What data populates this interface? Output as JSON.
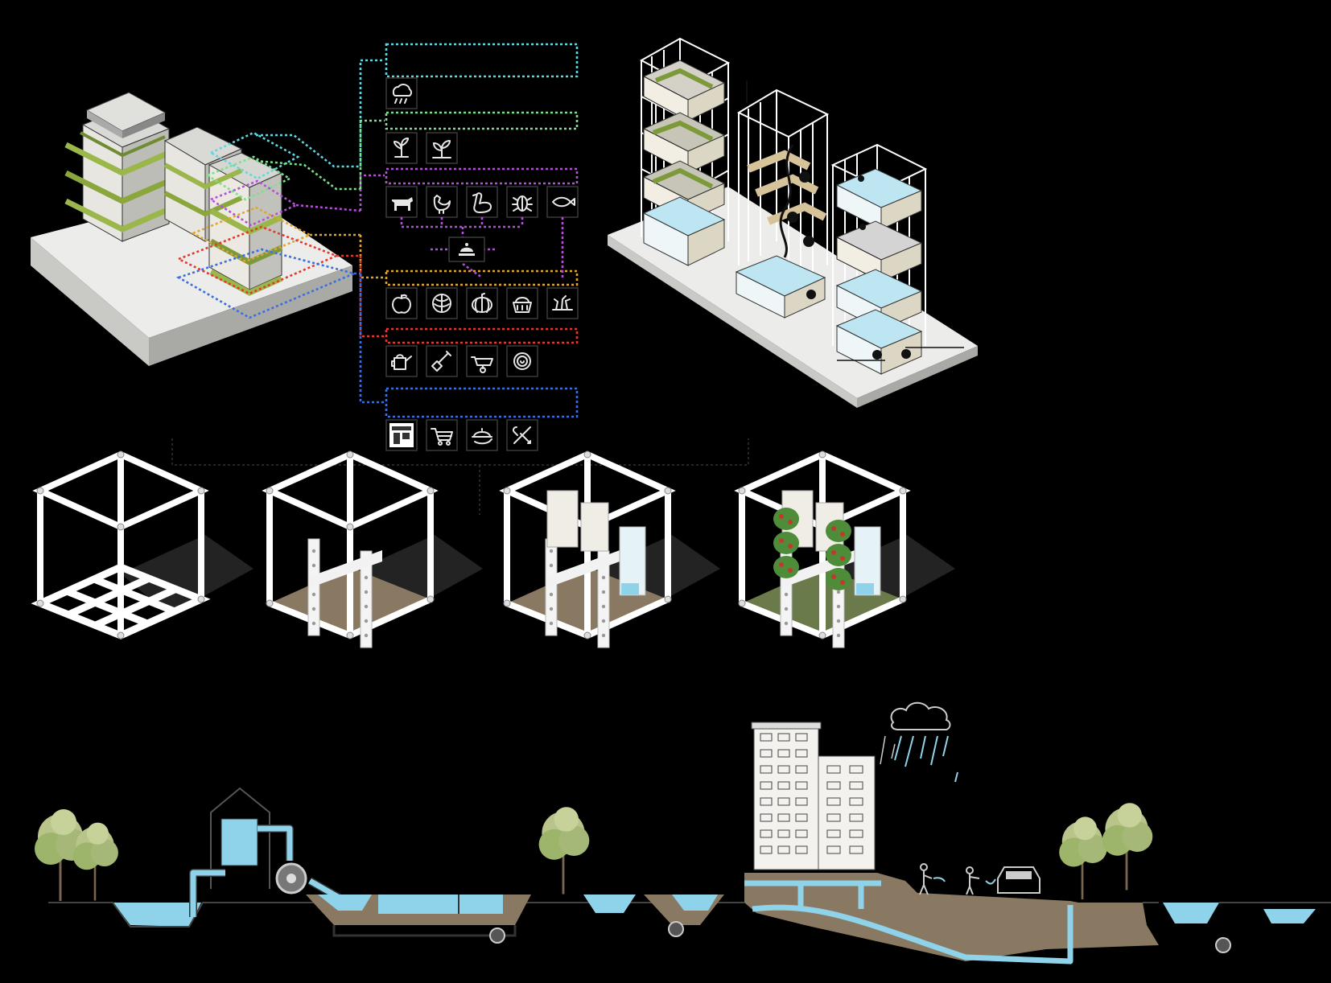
{
  "colors": {
    "background": "#000000",
    "legend_lines": [
      "#5fd6e0",
      "#7de08a",
      "#b44fd8",
      "#e0a530",
      "#e03a2e",
      "#3a6fe0"
    ],
    "water": "#8fd3ea",
    "soil": "#8a7962",
    "foliage": "#7d9a3a"
  },
  "legend": {
    "rows": [
      {
        "color": "#5fd6e0",
        "icons": [
          "rain-cloud-icon"
        ]
      },
      {
        "color": "#7de08a",
        "icons": [
          "seedling-icon",
          "sprout-icon"
        ]
      },
      {
        "color": "#b44fd8",
        "icons": [
          "cow-icon",
          "chicken-icon",
          "goose-icon",
          "insect-icon",
          "fish-icon"
        ],
        "hub_icon": "feeder-icon"
      },
      {
        "color": "#e0a530",
        "icons": [
          "apple-icon",
          "cabbage-icon",
          "pumpkin-icon",
          "basket-icon",
          "herbs-icon"
        ]
      },
      {
        "color": "#e03a2e",
        "icons": [
          "watering-can-icon",
          "shovel-icon",
          "wheelbarrow-icon",
          "snail-icon"
        ]
      },
      {
        "color": "#3a6fe0",
        "icons": [
          "market-stall-icon",
          "shopping-cart-icon",
          "delivery-tray-icon",
          "tools-icon"
        ]
      }
    ]
  },
  "sections": [
    "building-axonometric",
    "legend-flow-diagram",
    "farm-tower-axonometric",
    "module-assembly-sequence",
    "water-cycle-section"
  ],
  "module_steps": [
    "frame",
    "columns",
    "shelving",
    "planted"
  ]
}
